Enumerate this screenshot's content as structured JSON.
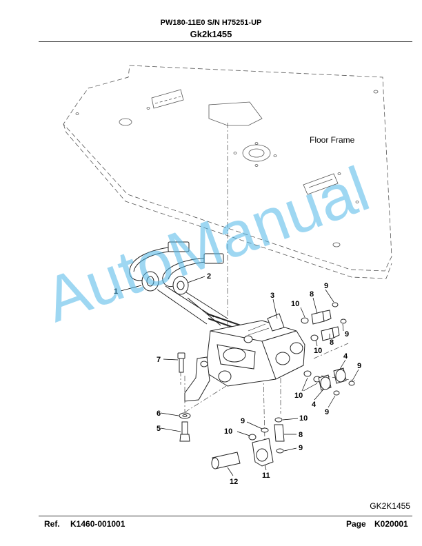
{
  "header": {
    "model_line": "PW180-11E0 S/N H75251-UP",
    "group_code": "Gk2k1455"
  },
  "diagram": {
    "floor_label": "Floor Frame",
    "watermark": "AutoManual",
    "callouts": {
      "c1": "1",
      "c2": "2",
      "c3": "3",
      "c4a": "4",
      "c4b": "4",
      "c5": "5",
      "c6": "6",
      "c7": "7",
      "c8a": "8",
      "c8b": "8",
      "c8c": "8",
      "c9a": "9",
      "c9b": "9",
      "c9c": "9",
      "c9d": "9",
      "c9e": "9",
      "c9f": "9",
      "c10a": "10",
      "c10b": "10",
      "c10c": "10",
      "c10d": "10",
      "c10e": "10",
      "c11": "11",
      "c12": "12"
    }
  },
  "footer": {
    "figure_code": "GK2K1455",
    "ref_label": "Ref.",
    "ref_value": "K1460-001001",
    "page_label": "Page",
    "page_value": "K020001"
  }
}
